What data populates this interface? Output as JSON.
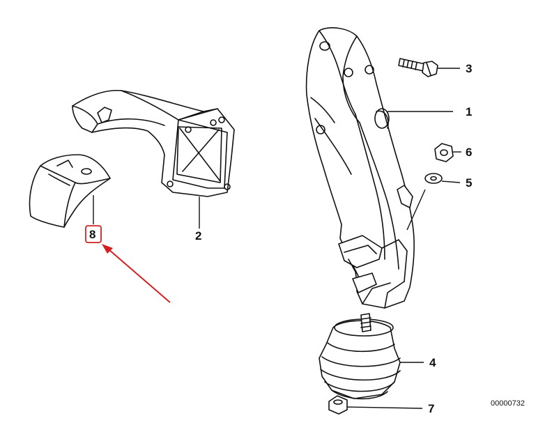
{
  "diagram": {
    "drawing_number": "00000732",
    "highlight_color": "#d42020",
    "callouts": [
      {
        "id": "1",
        "label": "1"
      },
      {
        "id": "2",
        "label": "2"
      },
      {
        "id": "3",
        "label": "3"
      },
      {
        "id": "4",
        "label": "4"
      },
      {
        "id": "5",
        "label": "5"
      },
      {
        "id": "6",
        "label": "6"
      },
      {
        "id": "7",
        "label": "7"
      },
      {
        "id": "8",
        "label": "8"
      }
    ]
  }
}
